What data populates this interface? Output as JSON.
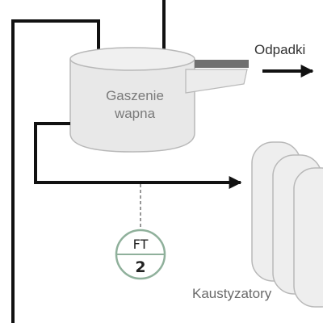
{
  "diagram": {
    "tank": {
      "label_line1": "Gaszenie",
      "label_line2": "wapna"
    },
    "waste_label": "Odpadki",
    "vessels_label": "Kaustyzatory",
    "instrument": {
      "tag_top": "FT",
      "tag_bottom": "2"
    }
  },
  "colors": {
    "pipe": "#111111",
    "tank_fill": "#e8e8e8",
    "tank_stroke": "#b8b8b8",
    "tank_text": "#7a7a7a",
    "chute": "#707070",
    "vessel_fill": "#eeeeee",
    "vessel_stroke": "#b8b8b8",
    "instrument_stroke": "#8fb09b",
    "label_text": "#333333",
    "vessels_text": "#6a6a6a"
  }
}
